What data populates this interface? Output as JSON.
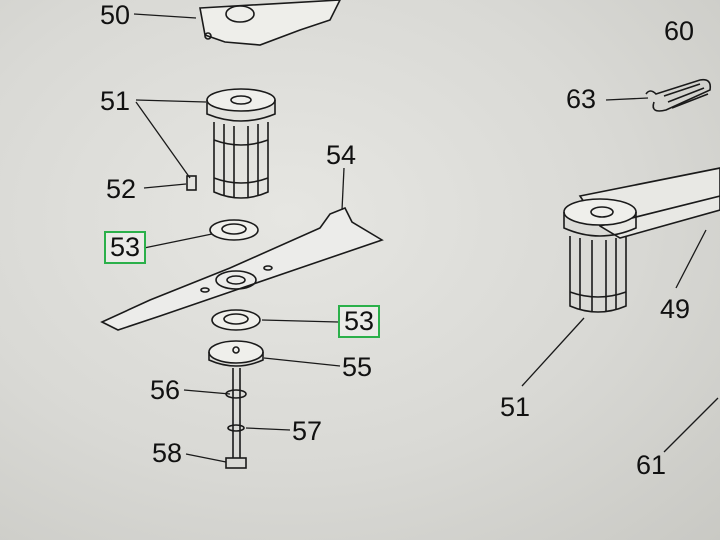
{
  "callouts": {
    "c50": "50",
    "c51a": "51",
    "c52": "52",
    "c53a": "53",
    "c53b": "53",
    "c54": "54",
    "c55": "55",
    "c56": "56",
    "c57": "57",
    "c58": "58",
    "c60": "60",
    "c63": "63",
    "c49": "49",
    "c51b": "51",
    "c61": "61"
  },
  "colors": {
    "highlight_box": "#2bb04a",
    "ink": "#111111",
    "paper": "#e2e2de"
  }
}
